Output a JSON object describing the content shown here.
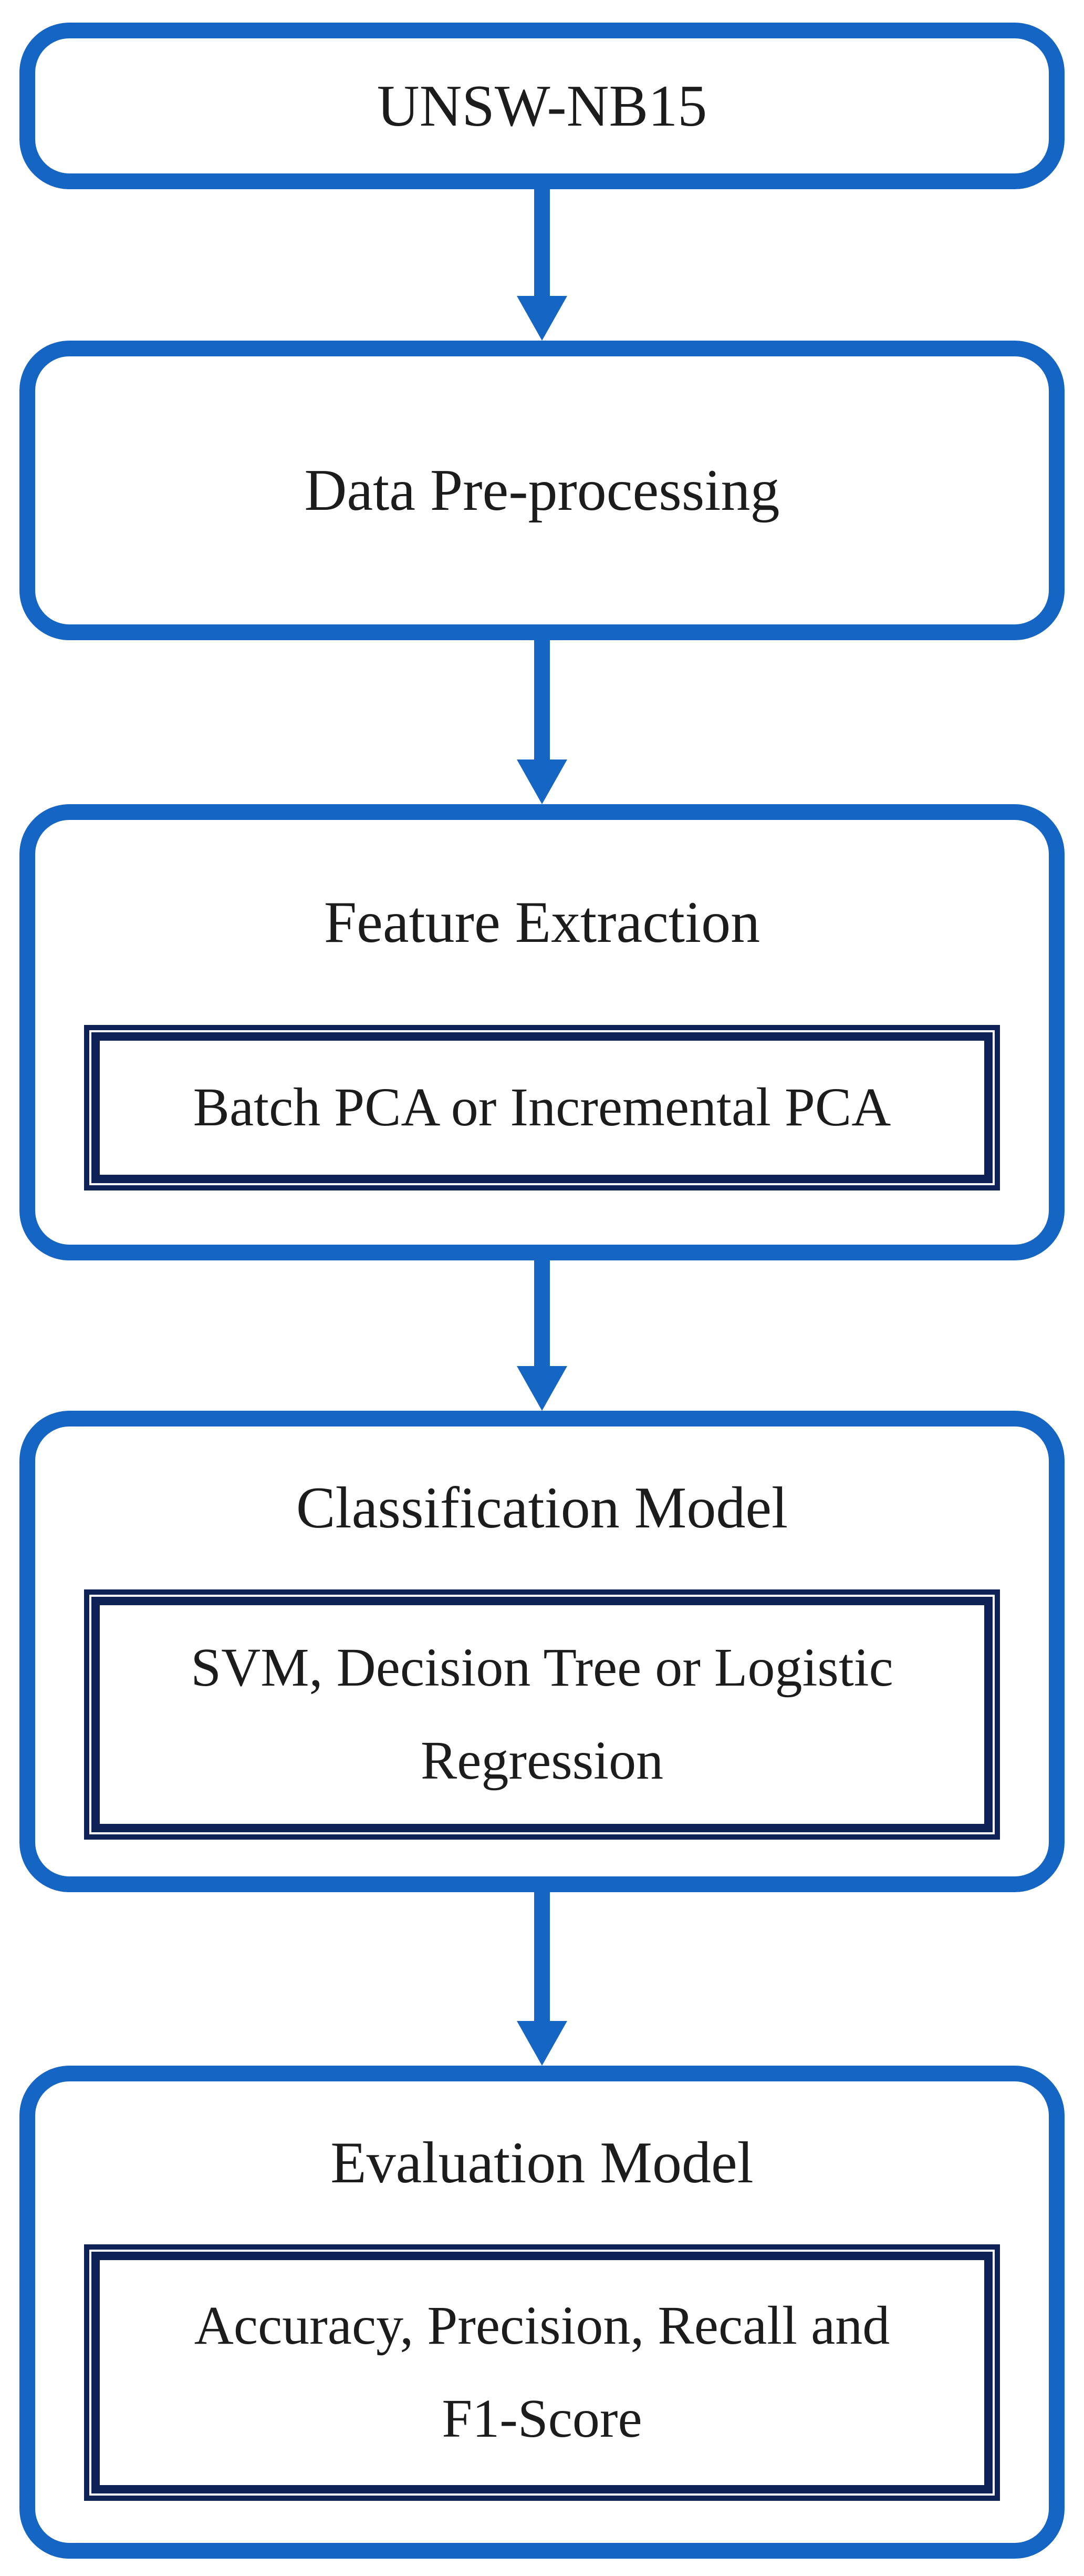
{
  "figure": {
    "background": "#ffffff",
    "accent_blue": "#1565c4",
    "navy": "#0f2257",
    "text_color": "#1c1c1c"
  },
  "steps": [
    {
      "title": "UNSW-NB15"
    },
    {
      "title": "Data Pre-processing"
    },
    {
      "title": "Feature Extraction",
      "detail": "Batch PCA or Incremental PCA"
    },
    {
      "title": "Classification Model",
      "detail": "SVM, Decision Tree or Logistic Regression"
    },
    {
      "title": "Evaluation Model",
      "detail": "Accuracy, Precision, Recall and F1-Score"
    }
  ],
  "connectors": [
    {
      "from": "UNSW-NB15",
      "to": "Data Pre-processing"
    },
    {
      "from": "Data Pre-processing",
      "to": "Feature Extraction"
    },
    {
      "from": "Feature Extraction",
      "to": "Classification Model"
    },
    {
      "from": "Classification Model",
      "to": "Evaluation Model"
    }
  ]
}
